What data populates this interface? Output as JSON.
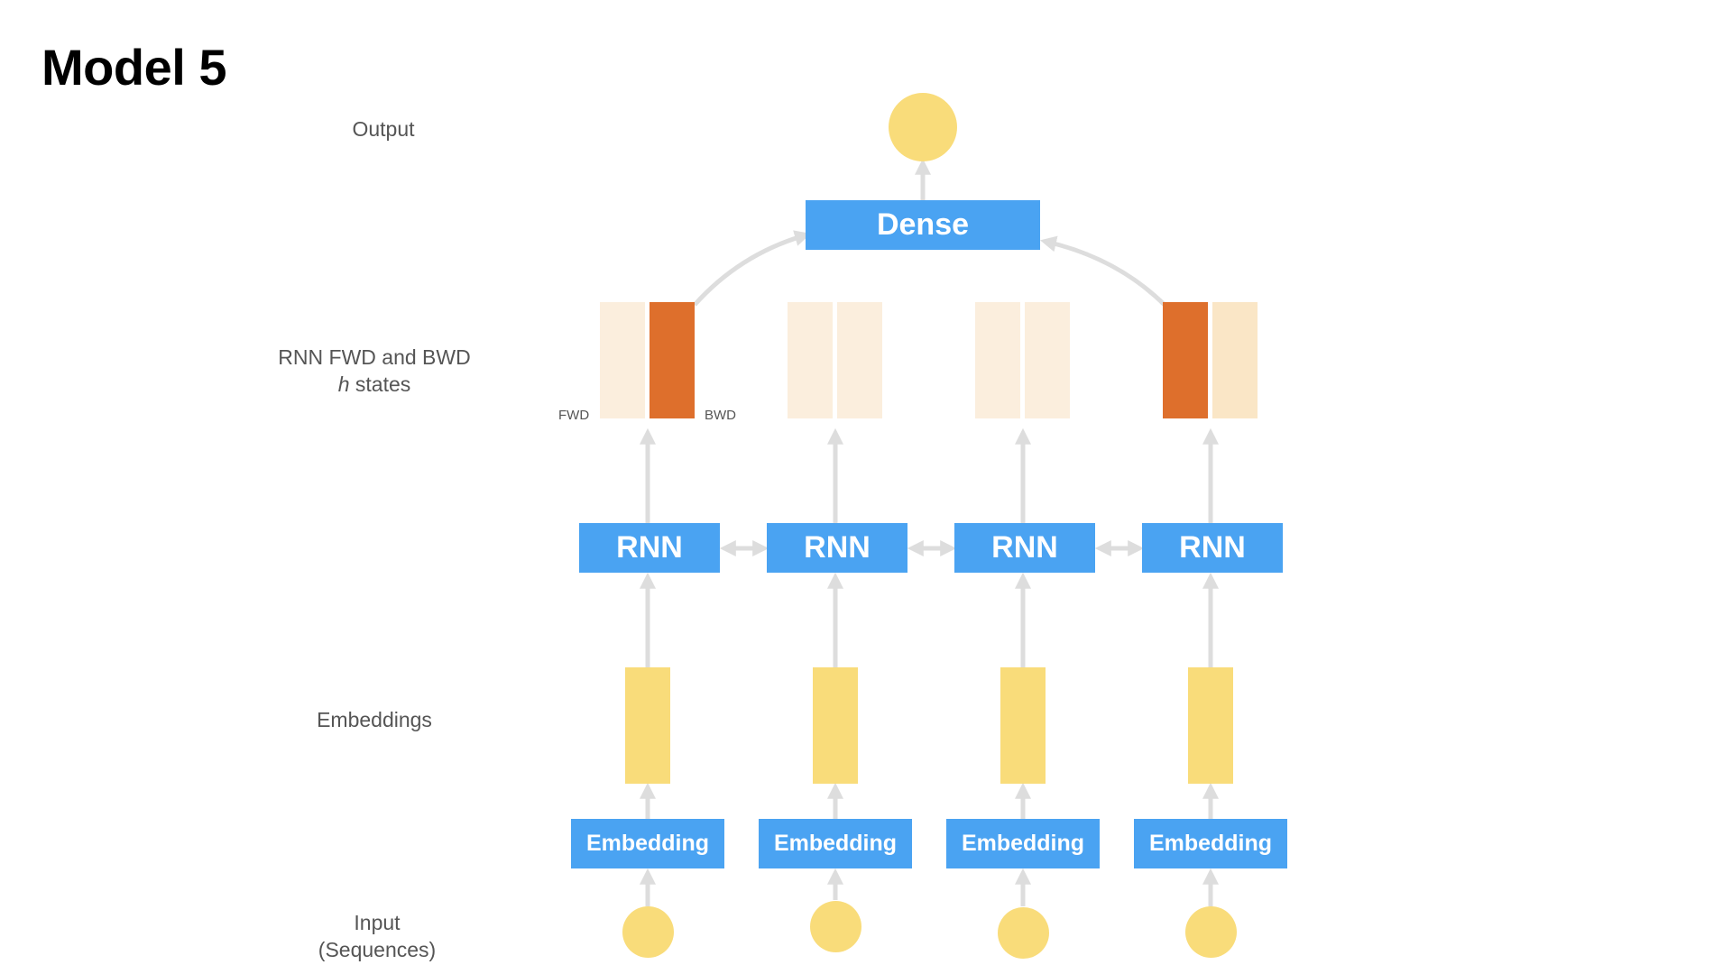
{
  "title": "Model 5",
  "row_labels": {
    "output": "Output",
    "states_line1": "RNN FWD and BWD",
    "states_line2_italic": "h",
    "states_line2_rest": " states",
    "embeddings": "Embeddings",
    "input_line1": "Input",
    "input_line2": "(Sequences)"
  },
  "small_labels": {
    "fwd": "FWD",
    "bwd": "BWD"
  },
  "blocks": {
    "dense": "Dense",
    "rnn": [
      "RNN",
      "RNN",
      "RNN",
      "RNN"
    ],
    "embedding": [
      "Embedding",
      "Embedding",
      "Embedding",
      "Embedding"
    ]
  },
  "colors": {
    "block_blue": "#4aa3f2",
    "node_yellow": "#f9dc7a",
    "state_active": "#de6f2c",
    "state_faded": "#fbeedd",
    "state_faded_warm": "#fae6c6",
    "arrow_gray": "#dddddd"
  }
}
